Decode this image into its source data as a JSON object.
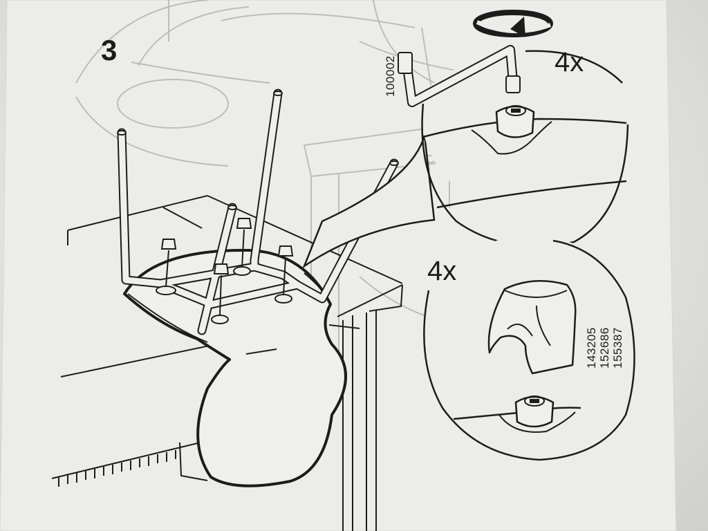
{
  "step_number": "3",
  "quantity_top": "4x",
  "quantity_bottom": "4x",
  "part_number_key": "100002",
  "part_numbers_caps": [
    "143205",
    "152686",
    "155387"
  ],
  "colors": {
    "paper": "#ececea",
    "ink": "#1c1c1c",
    "faint_ink": "#b9b9b7"
  },
  "icons": [
    "rotate-arrow-icon",
    "allen-key-icon",
    "cap-icon",
    "screw-icon"
  ]
}
